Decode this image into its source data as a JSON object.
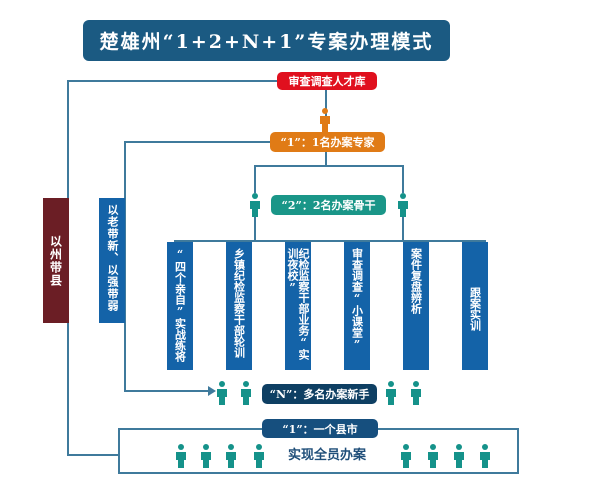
{
  "title": "楚雄州“1+2+N+1”专案办理模式",
  "nodes": {
    "talent_pool": "审查调查人才库",
    "expert": "“1”：1名办案专家",
    "backbone": "“2”：2名办案骨干",
    "novices": "“N”：多名办案新手",
    "county": "“1”：一个县市",
    "all_staff": "实现全员办案"
  },
  "side_labels": {
    "state_leads_county": "以州带县",
    "old_leads_new": "以老带新、以强带弱"
  },
  "methods": [
    "“四个亲自”实战练将",
    "乡镇纪检监察干部轮训",
    "纪检监察干部业务“实训夜校”",
    "审查调查“小课堂”",
    "案件复盘辨析",
    "跟案实训"
  ],
  "colors": {
    "title_bg": "#1b5a82",
    "talent_pool": "#e0101e",
    "expert": "#e07b16",
    "backbone": "#1a9688",
    "novices": "#0e3f63",
    "county": "#164f7e",
    "method_column": "#1463a8",
    "state_label": "#6b1e25",
    "old_new_label": "#1463a8",
    "person_icon": "#15928a",
    "connector": "#3f7a9c"
  }
}
